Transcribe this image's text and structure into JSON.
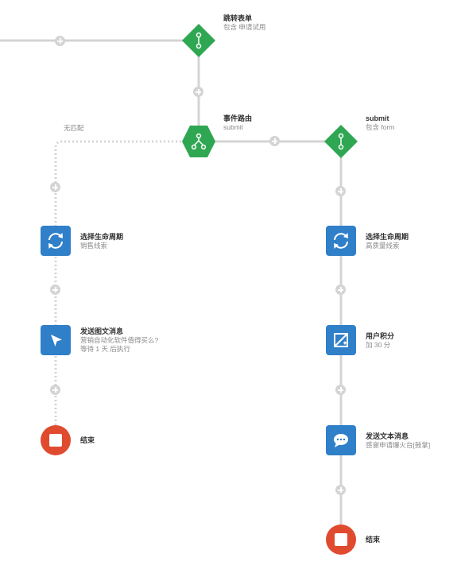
{
  "colors": {
    "line": "#d4d4d4",
    "green": "#2fa652",
    "blue": "#2f7fc9",
    "red": "#e04b2f"
  },
  "nodes": {
    "jump_form": {
      "title": "跳转表单",
      "subtitle": "包含 申请试用"
    },
    "event_route": {
      "title": "事件路由",
      "subtitle": "submit"
    },
    "submit": {
      "title": "submit",
      "subtitle": "包含 form"
    },
    "no_match": "无匹配",
    "lifecycle_left": {
      "title": "选择生命周期",
      "subtitle": "销售线索"
    },
    "send_rich": {
      "title": "发送图文消息",
      "line1": "营销自动化软件值得买么?",
      "line2": "等待 1 天 后执行"
    },
    "end_left": {
      "title": "结束"
    },
    "lifecycle_right": {
      "title": "选择生命周期",
      "subtitle": "高质量线索"
    },
    "user_points": {
      "title": "用户积分",
      "subtitle": "加 30 分"
    },
    "send_text": {
      "title": "发送文本消息",
      "subtitle": "感谢申请爆火台[鼓掌]"
    },
    "end_right": {
      "title": "结束"
    }
  },
  "icons": {
    "jump_form": "branch-diamond-icon",
    "event_route": "route-hexagon-icon",
    "submit": "branch-diamond-icon",
    "lifecycle": "refresh-cycle-icon",
    "send_rich": "paper-plane-icon",
    "user_points": "points-edit-icon",
    "send_text": "chat-bubble-icon",
    "end": "stop-icon"
  }
}
